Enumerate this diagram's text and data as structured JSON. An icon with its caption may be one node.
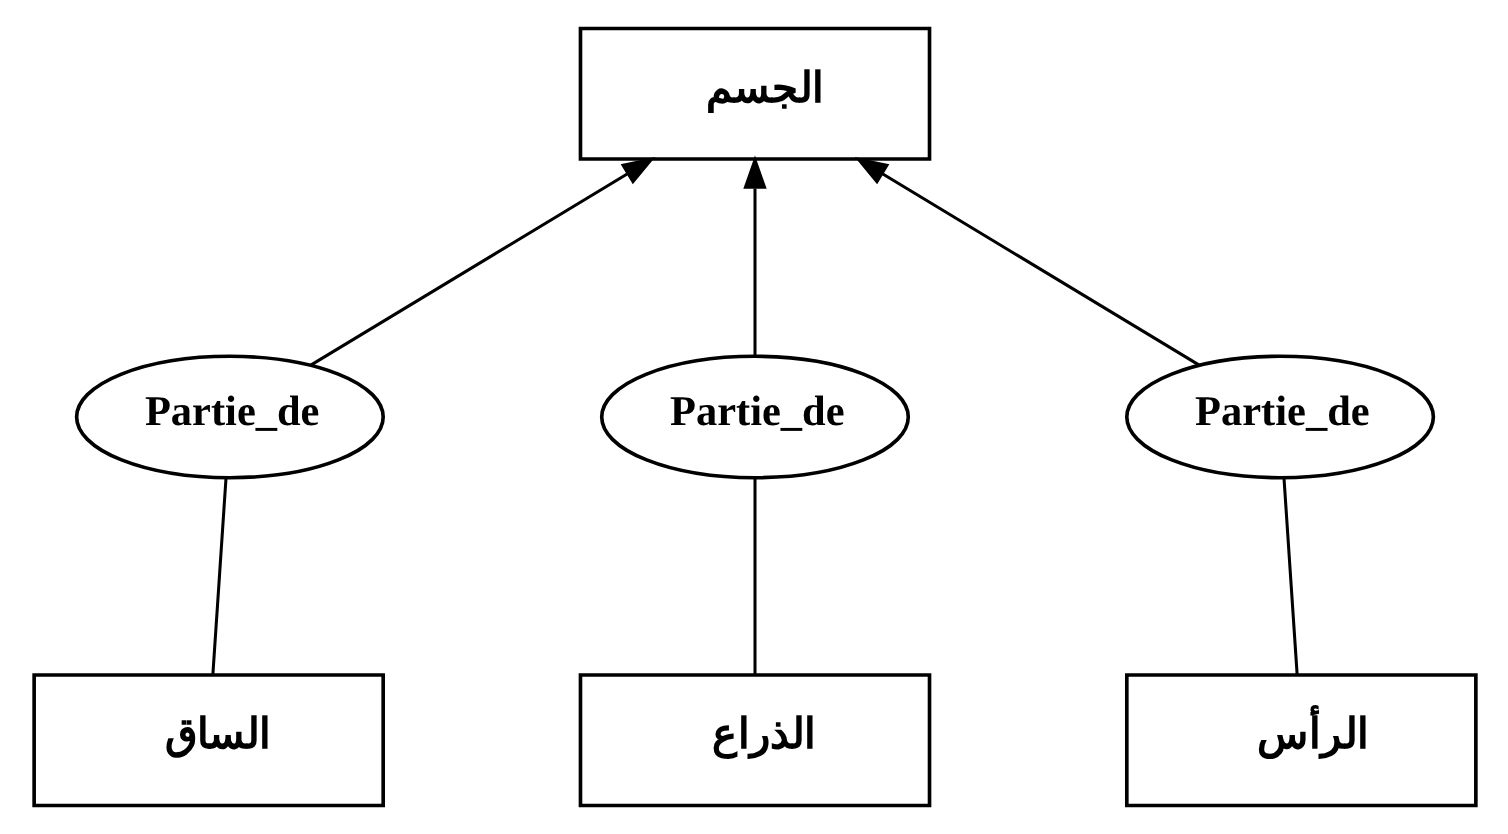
{
  "diagram": {
    "nodes": [
      {
        "text": [
          "الجسم"
        ]
      },
      {
        "text": [
          "Partie_de"
        ]
      },
      {
        "text": [
          "Partie_de"
        ]
      },
      {
        "text": [
          "Partie_de"
        ]
      },
      {
        "text": [
          "الساق"
        ]
      },
      {
        "text": [
          "الذراع"
        ]
      },
      {
        "text": [
          "الرأس"
        ]
      }
    ],
    "edges": [
      {
        "from": 1,
        "to": 0,
        "arrow": "to"
      },
      {
        "from": 2,
        "to": 0,
        "arrow": "to"
      },
      {
        "from": 3,
        "to": 0,
        "arrow": "to"
      },
      {
        "from": 4,
        "to": 1,
        "arrow": "none"
      },
      {
        "from": 5,
        "to": 2,
        "arrow": "none"
      },
      {
        "from": 6,
        "to": 3,
        "arrow": "none"
      }
    ]
  }
}
